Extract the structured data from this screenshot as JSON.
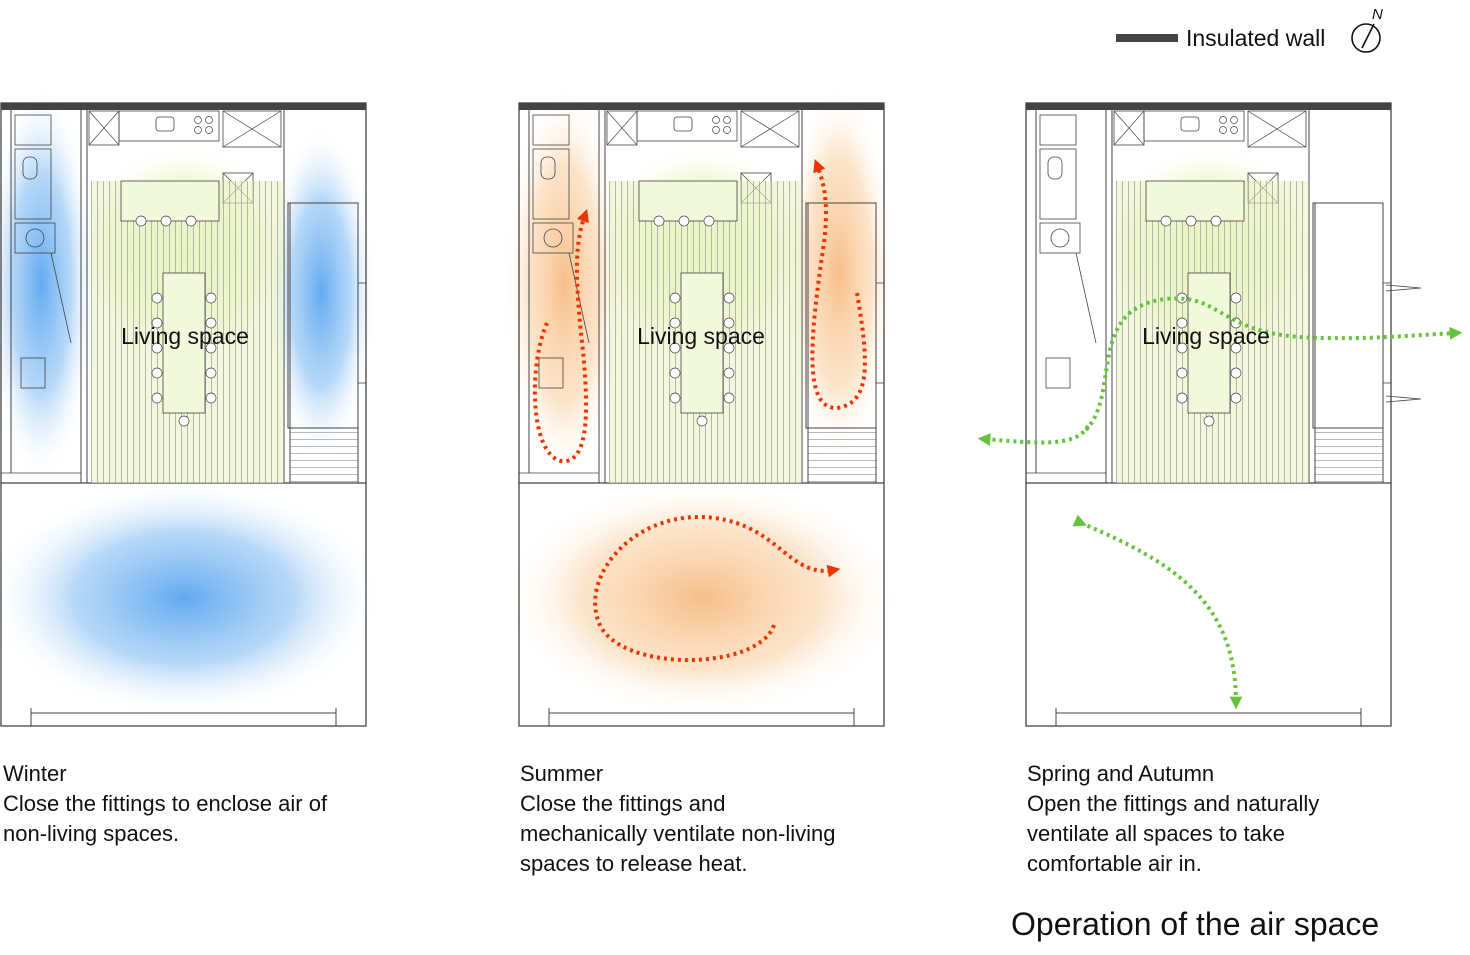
{
  "legend": {
    "label": "Insulated wall",
    "north_label": "N",
    "wall_color": "#444444"
  },
  "title": "Operation of the air space",
  "panels": [
    {
      "id": "winter",
      "room_label": "Living space",
      "season": "Winter",
      "lines": [
        "Close the fittings to enclose air of",
        "non-living spaces."
      ],
      "air_color": "#5aa6f0",
      "arrow_color": ""
    },
    {
      "id": "summer",
      "room_label": "Living space",
      "season": "Summer",
      "lines": [
        "Close the fittings and",
        "mechanically ventilate non-living",
        "spaces to release heat."
      ],
      "air_color": "#f5a962",
      "arrow_color": "#ee3300"
    },
    {
      "id": "spring-autumn",
      "room_label": "Living space",
      "season": "Spring and Autumn",
      "lines": [
        "Open the fittings and naturally",
        "ventilate all spaces to take",
        "comfortable air in."
      ],
      "air_color": "",
      "arrow_color": "#66c23a"
    }
  ],
  "colors": {
    "living": "#eaf4c4",
    "furniture": "#f2f8dc",
    "line": "#333333"
  }
}
